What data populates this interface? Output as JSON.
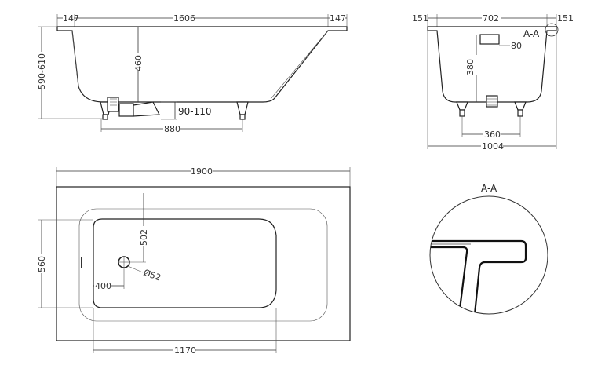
{
  "side_view": {
    "dim_top_left": "147",
    "dim_top_mid": "1606",
    "dim_top_right": "147",
    "dim_height": "590-610",
    "dim_depth": "460",
    "dim_waste_height": "90-110",
    "dim_leg_span": "880"
  },
  "end_view": {
    "dim_top_left": "151",
    "dim_top_mid": "702",
    "dim_top_right": "151",
    "dim_overflow": "80",
    "dim_depth": "380",
    "dim_leg_span": "360",
    "dim_width": "1004",
    "section_marker": "A-A"
  },
  "plan_view": {
    "dim_length": "1900",
    "dim_width": "560",
    "dim_drain_y": "502",
    "dim_drain_x": "400",
    "dim_drain_dia": "Ø52",
    "dim_basin_len": "1170"
  },
  "detail": {
    "title": "A-A"
  }
}
